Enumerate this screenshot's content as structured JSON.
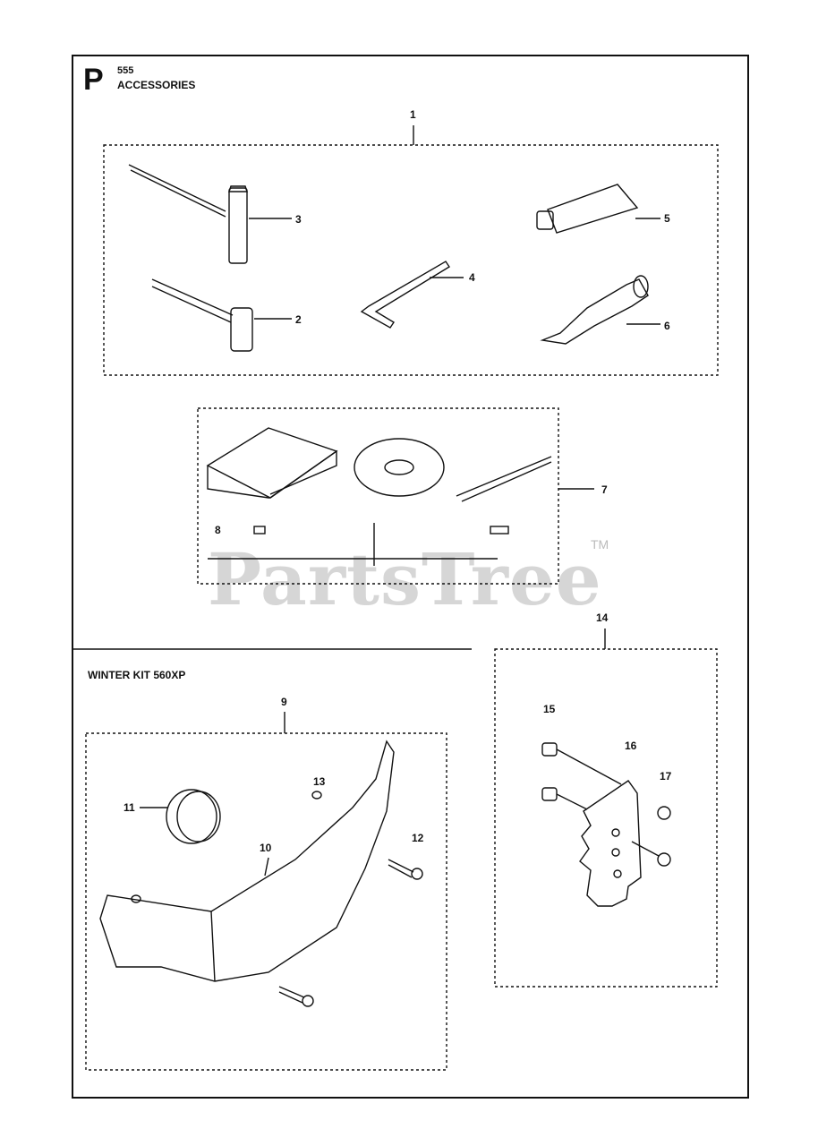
{
  "header": {
    "section_letter": "P",
    "model": "555",
    "title": "ACCESSORIES"
  },
  "kit": {
    "title": "WINTER KIT 560XP"
  },
  "watermark": {
    "text": "PartsTree",
    "trademark": "TM"
  },
  "callouts": [
    "1",
    "2",
    "3",
    "4",
    "5",
    "6",
    "7",
    "8",
    "9",
    "10",
    "11",
    "12",
    "13",
    "14",
    "15",
    "16",
    "17"
  ]
}
